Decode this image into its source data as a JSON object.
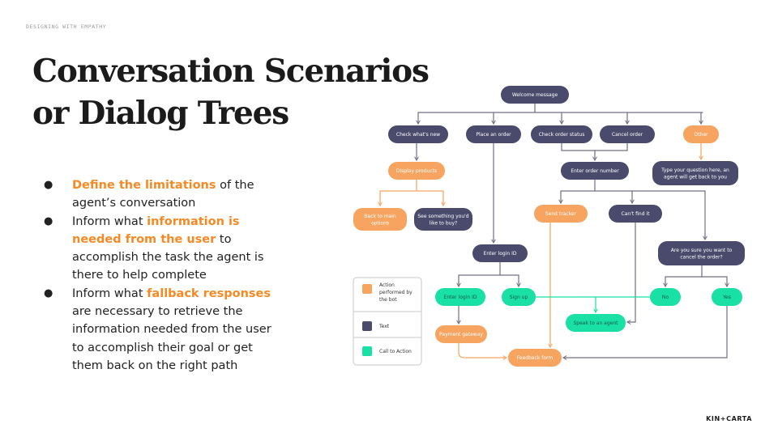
{
  "eyebrow": "DESIGNING WITH EMPATHY",
  "title": {
    "line1": "Conversation Scenarios",
    "line2": "or Dialog Trees"
  },
  "bullets": [
    {
      "pre": "",
      "hl": "Define the limitations",
      "post": " of the agent’s conversation"
    },
    {
      "pre": "Inform what ",
      "hl": "information is needed from the user",
      "post": " to accomplish the task the agent is there to help complete"
    },
    {
      "pre": "Inform what ",
      "hl": "fallback responses",
      "post": " are necessary to retrieve the information needed from the user to accomplish their goal or get them back on the right path"
    }
  ],
  "logo": "KIN+CARTA",
  "colors": {
    "action": "#f7a461",
    "text": "#4a4a6c",
    "cta": "#19e0a4",
    "arrow": "#6f6f86",
    "arrow_orange": "#f7a461",
    "arrow_green": "#19e0a4",
    "highlight": "#f58a25"
  },
  "nodes": [
    {
      "id": "welcome",
      "label": "Welcome message",
      "kind": "text"
    },
    {
      "id": "check_new",
      "label": "Check what's new",
      "kind": "text"
    },
    {
      "id": "place_order",
      "label": "Place an order",
      "kind": "text"
    },
    {
      "id": "check_status",
      "label": "Check order status",
      "kind": "text"
    },
    {
      "id": "cancel_order",
      "label": "Cancel order",
      "kind": "text"
    },
    {
      "id": "other",
      "label": "Other",
      "kind": "action"
    },
    {
      "id": "display_products",
      "label": "Display products",
      "kind": "action"
    },
    {
      "id": "enter_order_number",
      "label": "Enter order number",
      "kind": "text"
    },
    {
      "id": "type_question",
      "label": "Type your question here, an agent will get back to you",
      "kind": "text"
    },
    {
      "id": "back_main",
      "label": "Back to main options",
      "kind": "action"
    },
    {
      "id": "see_something",
      "label": "See something you'd like to buy?",
      "kind": "text"
    },
    {
      "id": "send_tracker",
      "label": "Send tracker",
      "kind": "action"
    },
    {
      "id": "cant_find",
      "label": "Can't find it",
      "kind": "text"
    },
    {
      "id": "enter_login_1",
      "label": "Enter login ID",
      "kind": "text"
    },
    {
      "id": "are_you_sure",
      "label": "Are you sure you want to cancel the order?",
      "kind": "text"
    },
    {
      "id": "enter_login_2",
      "label": "Enter login ID",
      "kind": "cta"
    },
    {
      "id": "sign_up",
      "label": "Sign up",
      "kind": "cta"
    },
    {
      "id": "no",
      "label": "No",
      "kind": "cta"
    },
    {
      "id": "yes",
      "label": "Yes",
      "kind": "cta"
    },
    {
      "id": "speak_agent",
      "label": "Speak to an agent",
      "kind": "cta"
    },
    {
      "id": "payment_gateway",
      "label": "Payment gateway",
      "kind": "action"
    },
    {
      "id": "feedback_form",
      "label": "Feedback form",
      "kind": "action"
    }
  ],
  "legend": [
    {
      "label": "Action performed by the bot",
      "kind": "action"
    },
    {
      "label": "Text",
      "kind": "text"
    },
    {
      "label": "Call to Action",
      "kind": "cta"
    }
  ]
}
